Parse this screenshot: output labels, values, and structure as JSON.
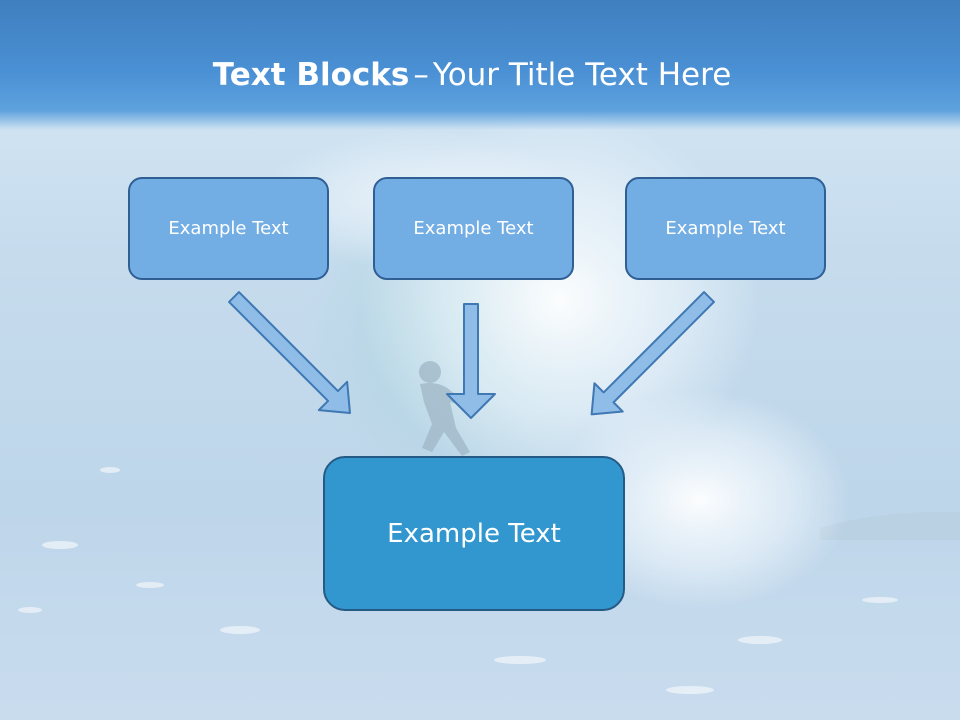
{
  "slide": {
    "title_bold": "Text Blocks",
    "title_separator": "–",
    "title_rest": "Your Title Text Here"
  },
  "blocks": {
    "top": [
      {
        "label": "Example Text"
      },
      {
        "label": "Example Text"
      },
      {
        "label": "Example Text"
      }
    ],
    "main": {
      "label": "Example Text"
    }
  },
  "colors": {
    "title_bar": "#4a90d4",
    "top_box_fill": "#72ade4",
    "main_box_fill": "#3397cf",
    "box_border": "#2f5f93",
    "arrow_fill": "#8fbde8",
    "arrow_stroke": "#3f78b3"
  },
  "icons": {
    "arrows": [
      "arrow-down-right-icon",
      "arrow-down-icon",
      "arrow-down-left-icon"
    ]
  }
}
